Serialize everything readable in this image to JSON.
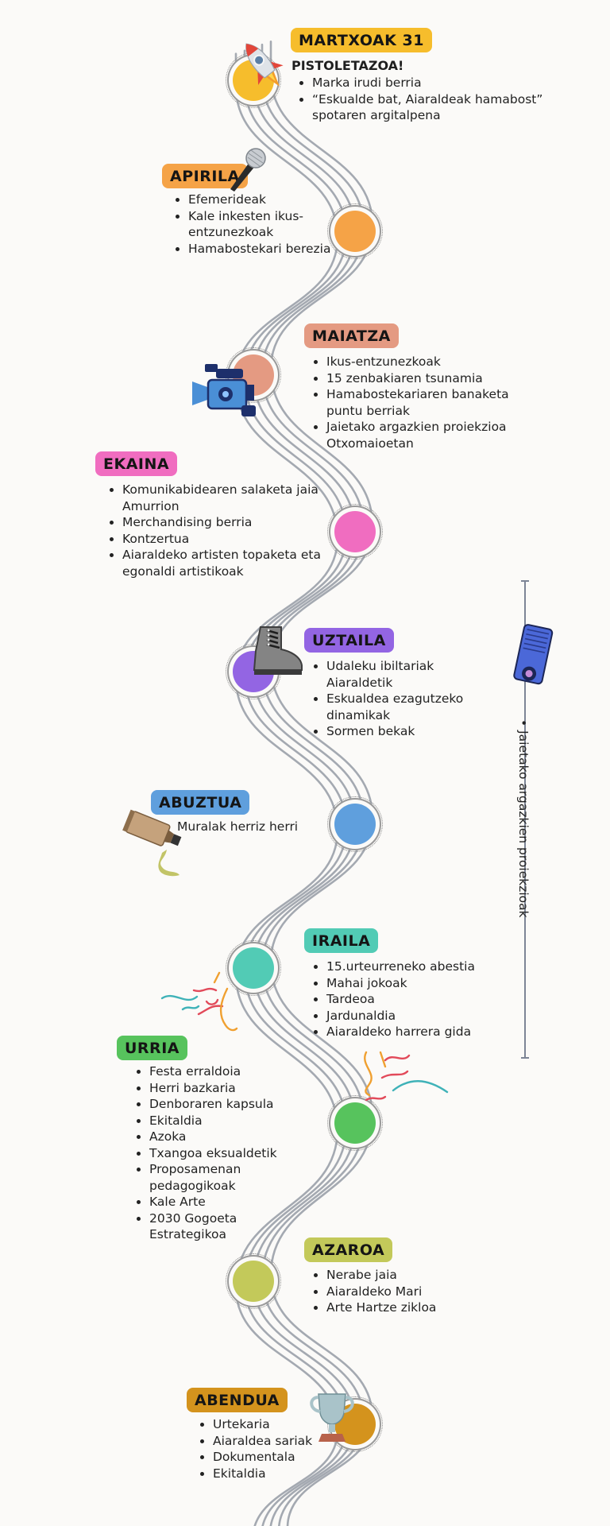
{
  "colors": {
    "road": "#a4a9b1",
    "martxoa": "#f6bd2c",
    "apirila": "#f5a347",
    "maiatza": "#e49a82",
    "ekaina": "#f06dc0",
    "uztaila": "#9365e3",
    "abuztua": "#5f9fdd",
    "iraila": "#52cbb5",
    "urria": "#57c35d",
    "azaroa": "#c3c95a",
    "abendua": "#d4931d",
    "side_line": "#7d8596"
  },
  "months": [
    {
      "id": "martxoa",
      "title": "MARTXOAK 31",
      "subtitle": "PISTOLETAZOA!",
      "icon": "rocket-icon",
      "items": [
        "Marka irudi berria",
        "“Eskualde bat, Aiaraldeak hamabost” spotaren argitalpena"
      ]
    },
    {
      "id": "apirila",
      "title": "APIRILA",
      "icon": "microphone-icon",
      "items": [
        "Efemerideak",
        "Kale inkesten ikus-entzunezkoak",
        "Hamabostekari berezia"
      ]
    },
    {
      "id": "maiatza",
      "title": "MAIATZA",
      "icon": "video-camera-icon",
      "items": [
        "Ikus-entzunezkoak",
        "15 zenbakiaren tsunamia",
        "Hamabostekariaren banaketa puntu berriak",
        "Jaietako argazkien proiekzioa Otxomaioetan"
      ]
    },
    {
      "id": "ekaina",
      "title": "EKAINA",
      "items": [
        "Komunikabidearen salaketa jaia Amurrion",
        "Merchandising berria",
        "Kontzertua",
        "Aiaraldeko artisten topaketa eta egonaldi artistikoak"
      ]
    },
    {
      "id": "uztaila",
      "title": "UZTAILA",
      "icon": "hiking-boot-icon",
      "items": [
        "Udaleku ibiltariak Aiaraldetik",
        "Eskualdea ezagutzeko dinamikak",
        "Sormen bekak"
      ]
    },
    {
      "id": "abuztua",
      "title": "ABUZTUA",
      "icon": "paint-tube-icon",
      "items": [
        "Muralak herriz herri"
      ]
    },
    {
      "id": "iraila",
      "title": "IRAILA",
      "icon": "confetti-icon",
      "items": [
        "15.urteurreneko abestia",
        "Mahai jokoak",
        "Tardeoa",
        "Jardunaldia",
        "Aiaraldeko harrera gida"
      ]
    },
    {
      "id": "urria",
      "title": "URRIA",
      "icon": "confetti-icon",
      "items": [
        "Festa erraldoia",
        "Herri bazkaria",
        "Denboraren kapsula",
        "Ekitaldia",
        "Azoka",
        "Txangoa eksualdetik",
        "Proposamenan pedagogikoak",
        "Kale Arte",
        "2030 Gogoeta Estrategikoa"
      ]
    },
    {
      "id": "azaroa",
      "title": "AZAROA",
      "items": [
        "Nerabe jaia",
        "Aiaraldeko Mari",
        "Arte Hartze zikloa"
      ]
    },
    {
      "id": "abendua",
      "title": "ABENDUA",
      "icon": "trophy-icon",
      "items": [
        "Urtekaria",
        "Aiaraldea sariak",
        "Dokumentala",
        "Ekitaldia"
      ]
    }
  ],
  "side": {
    "icon": "projector-icon",
    "text": "Jaietako argazkien proiekzioak"
  }
}
